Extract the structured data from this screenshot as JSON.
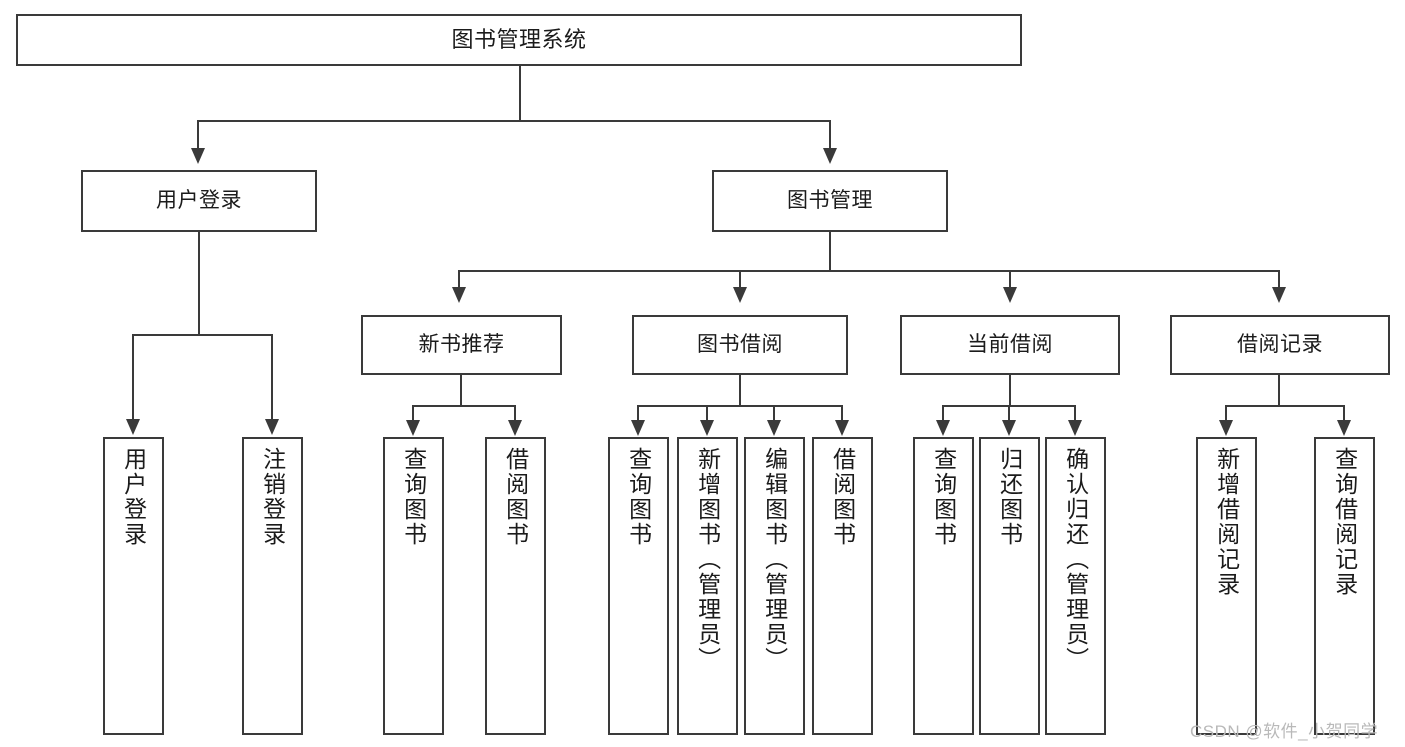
{
  "diagram": {
    "type": "hierarchy-tree",
    "title": "图书管理系统",
    "root": {
      "id": "root",
      "label": "图书管理系统",
      "level": 1
    },
    "level2": [
      {
        "id": "user-login",
        "label": "用户登录"
      },
      {
        "id": "book-management",
        "label": "图书管理"
      }
    ],
    "level3": [
      {
        "id": "new-book-recommend",
        "label": "新书推荐",
        "parent": "book-management"
      },
      {
        "id": "book-borrow",
        "label": "图书借阅",
        "parent": "book-management"
      },
      {
        "id": "current-borrow",
        "label": "当前借阅",
        "parent": "book-management"
      },
      {
        "id": "borrow-record",
        "label": "借阅记录",
        "parent": "book-management"
      }
    ],
    "leaves": {
      "user_login": [
        {
          "id": "leaf-user-login",
          "label": "用户登录"
        },
        {
          "id": "leaf-logout-login",
          "label": "注销登录"
        }
      ],
      "new_book_recommend": [
        {
          "id": "leaf-query-book-1",
          "label": "查询图书"
        },
        {
          "id": "leaf-borrow-book-1",
          "label": "借阅图书"
        }
      ],
      "book_borrow": [
        {
          "id": "leaf-query-book-2",
          "label": "查询图书"
        },
        {
          "id": "leaf-add-book",
          "label": "新增图书（管理员）"
        },
        {
          "id": "leaf-edit-book",
          "label": "编辑图书（管理员）"
        },
        {
          "id": "leaf-borrow-book-2",
          "label": "借阅图书"
        }
      ],
      "current_borrow": [
        {
          "id": "leaf-query-book-3",
          "label": "查询图书"
        },
        {
          "id": "leaf-return-book",
          "label": "归还图书"
        },
        {
          "id": "leaf-confirm-return",
          "label": "确认归还（管理员）"
        }
      ],
      "borrow_record": [
        {
          "id": "leaf-add-record",
          "label": "新增借阅记录"
        },
        {
          "id": "leaf-query-record",
          "label": "查询借阅记录"
        }
      ]
    }
  },
  "watermark": {
    "text": "CSDN @软件_小贺同学"
  },
  "colors": {
    "stroke": "#3a3a3a",
    "fill": "#ffffff",
    "text": "#1b1b1b",
    "watermark": "#b9b9b9"
  }
}
